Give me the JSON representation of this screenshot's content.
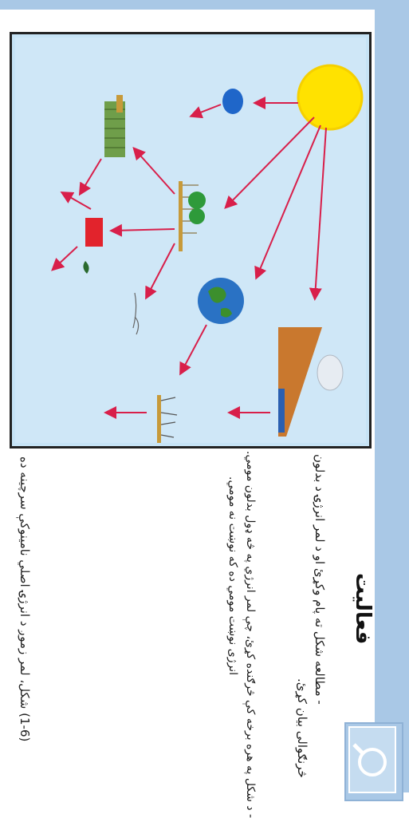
{
  "activity": {
    "title": "فعالیت",
    "lines": [
      "- مطالعه شکل ته پام وکړئ او د لمر انرژۍ د بدلون",
      "څرنګوالی بیان کړئ.",
      "- د شکل په هره برخه کې څرګنده کړئ، چې لمر انرژي په څه ډول بدلون مومي.",
      "انرژی نوښت مومي ده که نوښت نه مومي."
    ]
  },
  "figure": {
    "caption": "(1-6) شکل، لمر زموږ د انرژۍ اصلي نامینوکې سرچینه ده"
  },
  "colors": {
    "frame": "#a9c8e6",
    "sky": "#cfe7f7",
    "sun": "#ffe200",
    "arrow": "#d81f4a"
  }
}
